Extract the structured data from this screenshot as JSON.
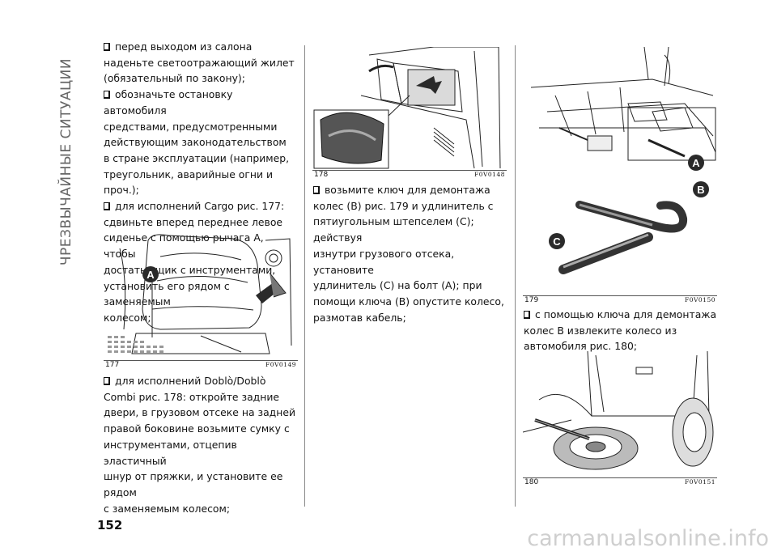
{
  "page": {
    "section_title": "ЧРЕЗВЫЧАЙНЫЕ СИТУАЦИИ",
    "page_number": "152",
    "watermark": "carmanualsonline.info"
  },
  "column1": {
    "item1_lines": [
      "перед выходом из салона",
      "наденьте светоотражающий жилет",
      "(обязательный по закону);"
    ],
    "item2_lines": [
      "обозначьте остановку автомобиля",
      "средствами, предусмотренными",
      "действующим законодательством",
      "в стране эксплуатации (например,",
      "треугольник, аварийные огни и проч.);"
    ],
    "item3_lines": [
      "для исполнений Cargo рис. 177:",
      "сдвиньте вперед переднее левое",
      "сиденье с помощью рычага A, чтобы",
      "достать ящик с инструментами,",
      "установить его рядом с заменяемым",
      "колесом;"
    ],
    "item4_lines": [
      "для исполнений Doblò/Doblò",
      "Combi рис. 178: откройте задние",
      "двери, в грузовом отсеке на задней",
      "правой боковине возьмите сумку с",
      "инструментами, отцепив эластичный",
      "шнур от пряжки, и установите ее рядом",
      "с заменяемым колесом;"
    ]
  },
  "column2": {
    "item1_lines": [
      "возьмите ключ для демонтажа",
      "колес (B) рис. 179 и удлинитель с",
      "пятиугольным штепселем (C); действуя",
      "изнутри грузового отсека, установите",
      "удлинитель (C) на болт (A); при",
      "помощи ключа (B) опустите колесо,",
      "размотав кабель;"
    ]
  },
  "column3": {
    "item1_lines": [
      "с помощью ключа для демонтажа",
      "колес B извлеките колесо из",
      "автомобиля рис. 180;"
    ]
  },
  "figures": {
    "f177": {
      "number": "177",
      "code": "F0V0149",
      "label_a": "A"
    },
    "f178": {
      "number": "178",
      "code": "F0V0148"
    },
    "f179": {
      "number": "179",
      "code": "F0V0150",
      "label_a": "A",
      "label_b": "B",
      "label_c": "C"
    },
    "f180": {
      "number": "180",
      "code": "F0V0151"
    }
  },
  "colors": {
    "text": "#111111",
    "rule": "#888888",
    "label_fill": "#2a2a2a",
    "watermark": "#cfcfcf"
  }
}
